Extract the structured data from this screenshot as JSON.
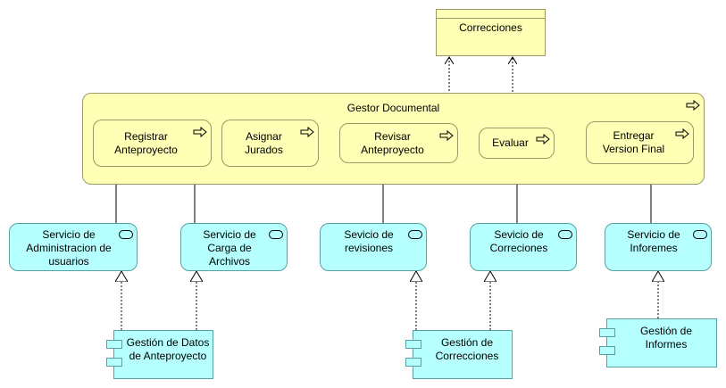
{
  "corrections_object": {
    "label": "Correcciones"
  },
  "gestor": {
    "title": "Gestor Documental"
  },
  "processes": {
    "registrar": "Registrar\nAnteproyecto",
    "asignar": "Asignar\nJurados",
    "revisar": "Revisar\nAnteproyecto",
    "evaluar": "Evaluar",
    "entregar": "Entregar\nVersion Final"
  },
  "services": {
    "admin": "Servicio de\nAdministracion de\nusuarios",
    "carga": "Servicio de\nCarga de\nArchivos",
    "revisiones": "Sevicio de\nrevisiones",
    "correciones": "Sevicio de\nCorreciones",
    "informes": "Servicio de\nInforemes"
  },
  "components": {
    "datos": "Gestión de Datos\nde Anteproyecto",
    "correcciones": "Gestión de\nCorrecciones",
    "informes": "Gestión de\nInformes"
  },
  "colors": {
    "business_fill": "#ffffb5",
    "business_border": "#9a9a66",
    "application_fill": "#b5ffff",
    "application_border": "#5aa0a0",
    "line": "#000000"
  },
  "icons": {
    "process": "process-arrow-icon",
    "service": "service-icon",
    "component": "component-icon"
  }
}
